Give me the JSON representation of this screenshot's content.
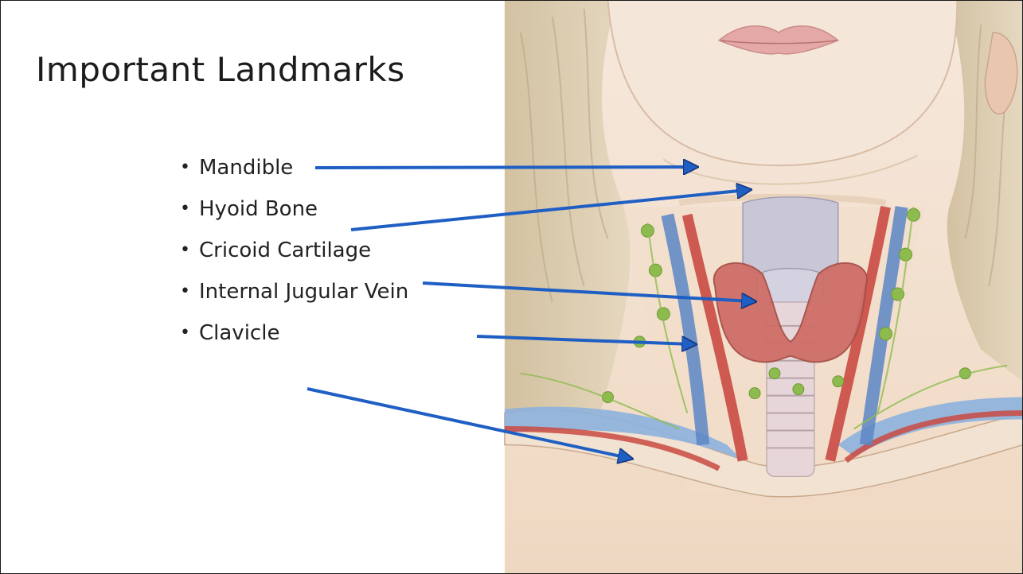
{
  "slide": {
    "title": "Important Landmarks",
    "bullets": [
      "Mandible",
      "Hyoid Bone",
      "Cricoid Cartilage",
      "Internal Jugular Vein",
      "Clavicle"
    ]
  },
  "illustration": {
    "subject": "anatomical neck illustration",
    "colors": {
      "skin": "#f1dcc5",
      "hair": "#d8c7a6",
      "artery": "#c94a42",
      "vein": "#5c86c4",
      "thyroid": "#cf6e68",
      "cartilage": "#c9c7d6",
      "lymph": "#8dbb4e",
      "arrow": "#1f5fc4"
    }
  }
}
